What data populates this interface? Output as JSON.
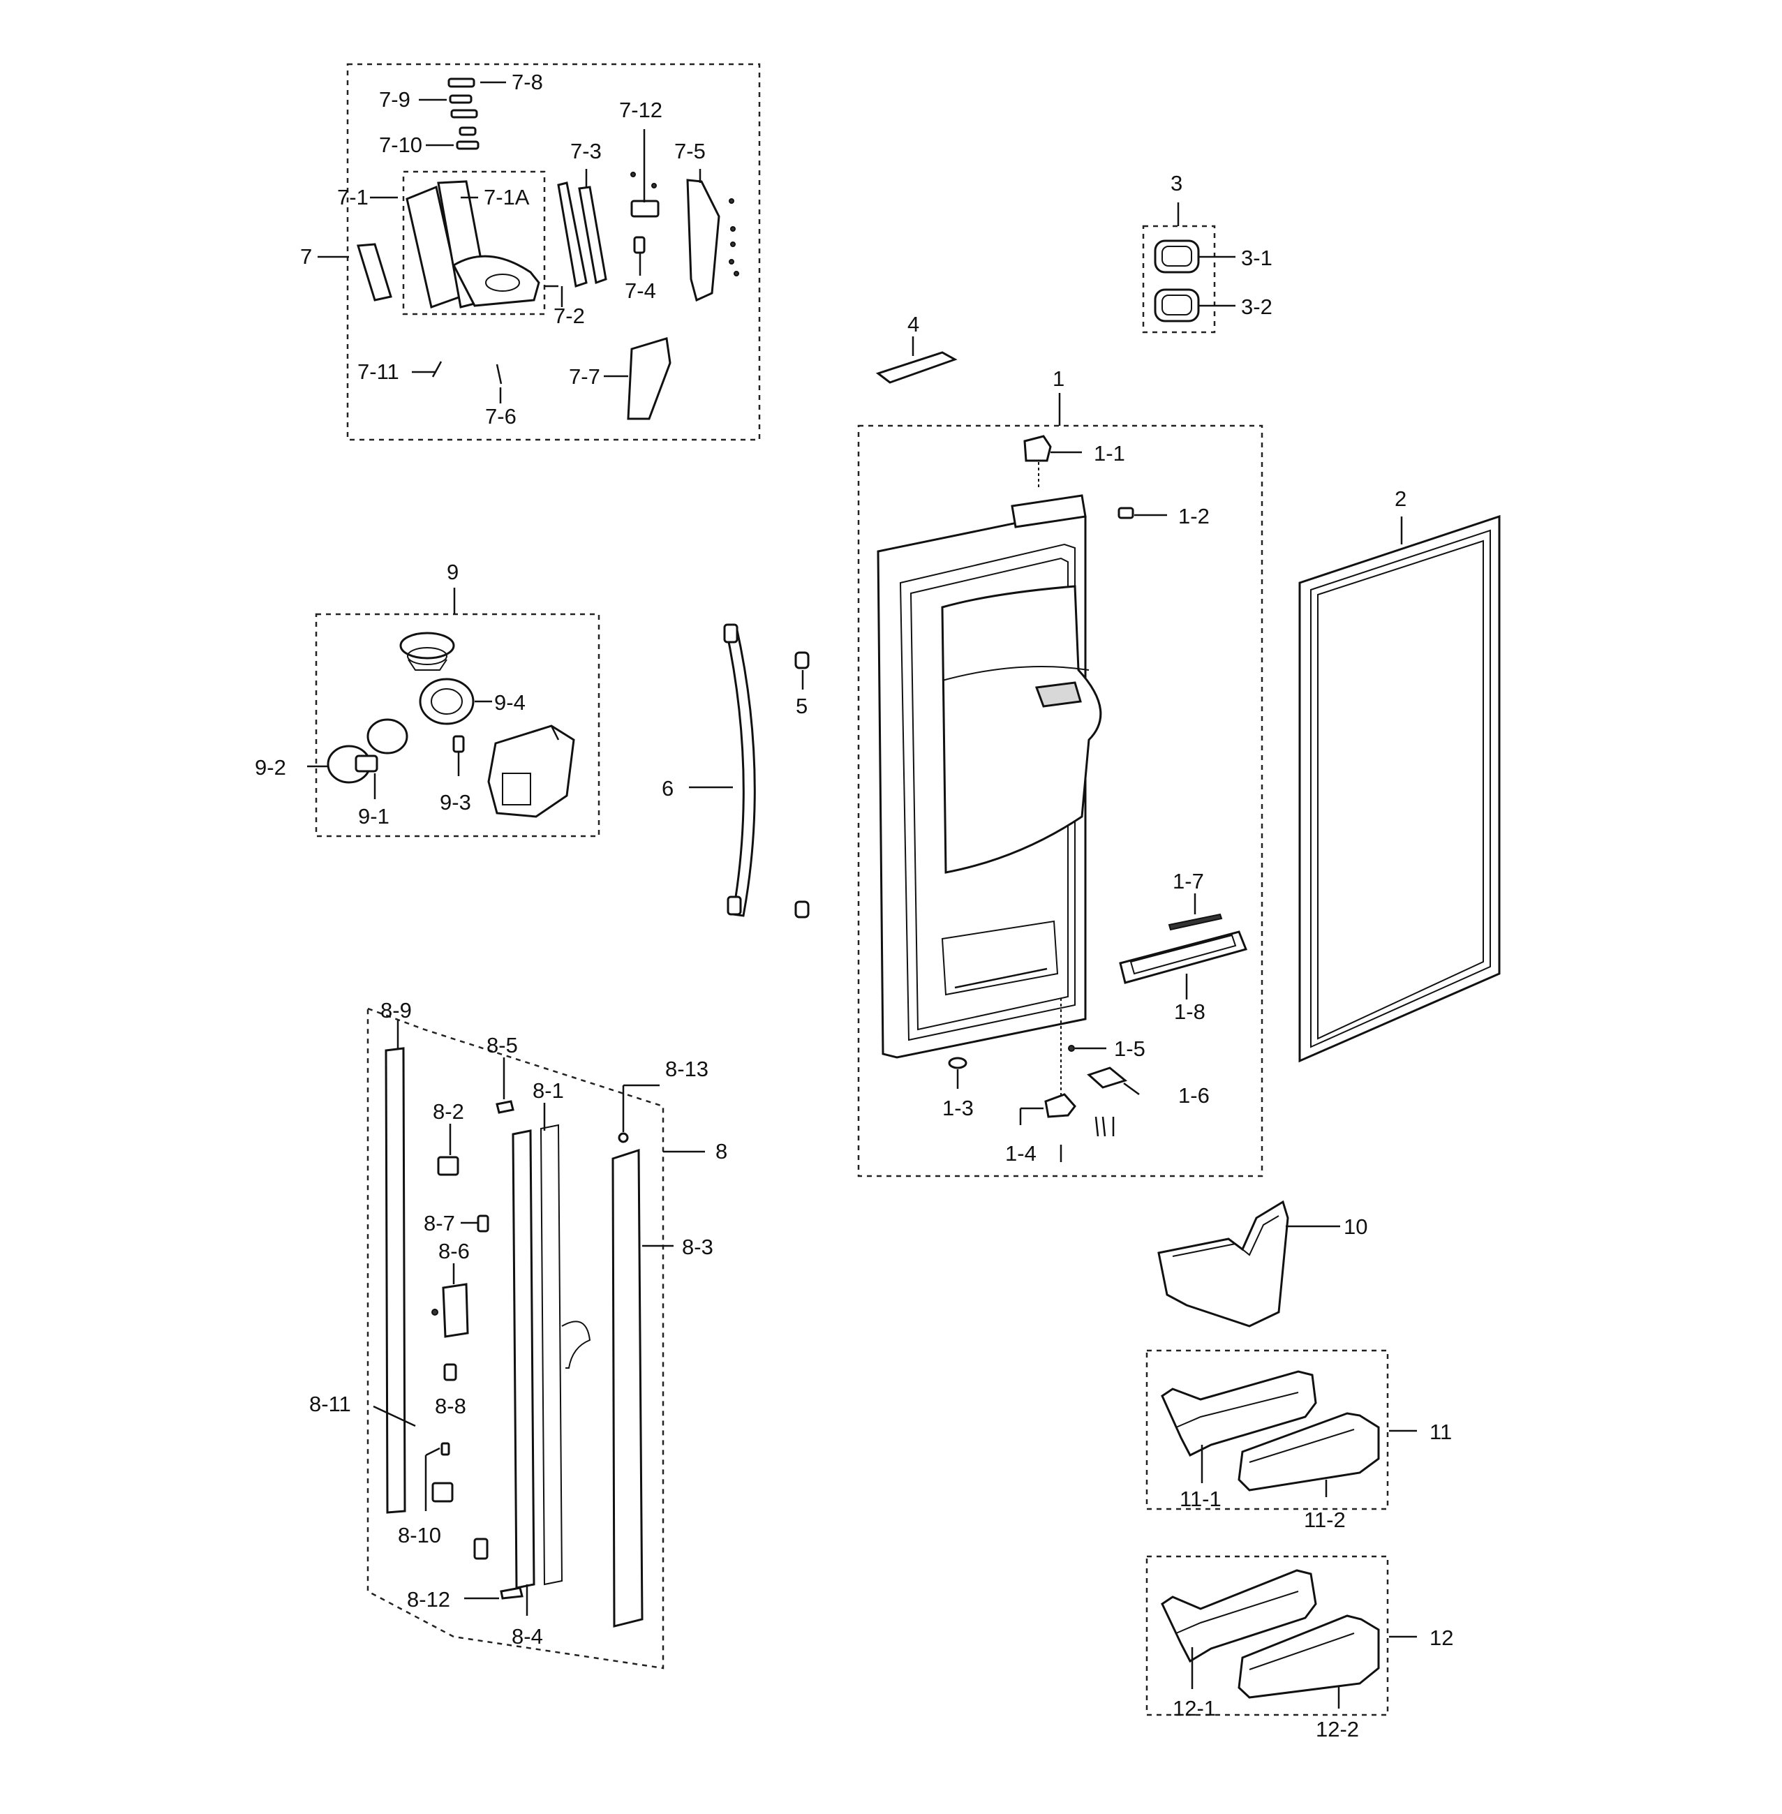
{
  "labels": {
    "p1": "1",
    "p1_1": "1-1",
    "p1_2": "1-2",
    "p1_3": "1-3",
    "p1_4": "1-4",
    "p1_5": "1-5",
    "p1_6": "1-6",
    "p1_7": "1-7",
    "p1_8": "1-8",
    "p2": "2",
    "p3": "3",
    "p3_1": "3-1",
    "p3_2": "3-2",
    "p4": "4",
    "p5": "5",
    "p6": "6",
    "p7": "7",
    "p7_1": "7-1",
    "p7_1a": "7-1A",
    "p7_2": "7-2",
    "p7_3": "7-3",
    "p7_4": "7-4",
    "p7_5": "7-5",
    "p7_6": "7-6",
    "p7_7": "7-7",
    "p7_8": "7-8",
    "p7_9": "7-9",
    "p7_10": "7-10",
    "p7_11": "7-11",
    "p7_12": "7-12",
    "p8": "8",
    "p8_1": "8-1",
    "p8_2": "8-2",
    "p8_3": "8-3",
    "p8_4": "8-4",
    "p8_5": "8-5",
    "p8_6": "8-6",
    "p8_7": "8-7",
    "p8_8": "8-8",
    "p8_9": "8-9",
    "p8_10": "8-10",
    "p8_11": "8-11",
    "p8_12": "8-12",
    "p8_13": "8-13",
    "p9": "9",
    "p9_1": "9-1",
    "p9_2": "9-2",
    "p9_3": "9-3",
    "p9_4": "9-4",
    "p10": "10",
    "p11": "11",
    "p11_1": "11-1",
    "p11_2": "11-2",
    "p12": "12",
    "p12_1": "12-1",
    "p12_2": "12-2"
  }
}
